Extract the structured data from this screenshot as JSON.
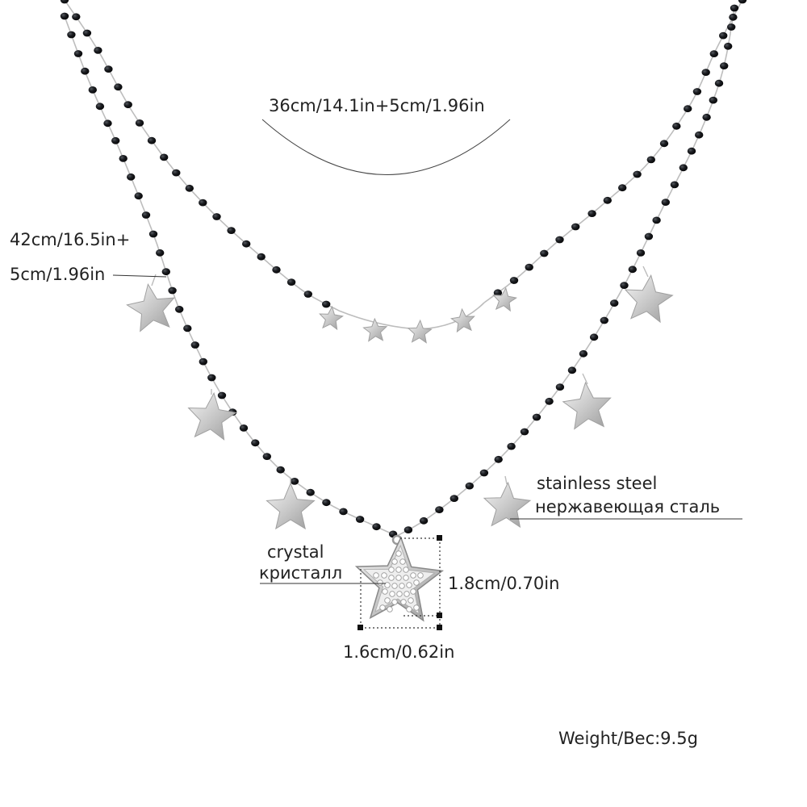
{
  "labels": {
    "upper_length": "36cm/14.1in+5cm/1.96in",
    "lower_length_line1": "42cm/16.5in+",
    "lower_length_line2": "5cm/1.96in",
    "material_en": "stainless steel",
    "material_ru": "нержавеющая сталь",
    "stone_en": "crystal",
    "stone_ru": "кристалл",
    "pendant_height": "1.8cm/0.70in",
    "pendant_width": "1.6cm/0.62in",
    "weight": "Weight/Вес:9.5g"
  },
  "colors": {
    "background": "#ffffff",
    "bead": "#121418",
    "chain": "#b8b8b8",
    "star": "#d9d9d9",
    "leader_line": "#333333",
    "text": "#222222"
  }
}
